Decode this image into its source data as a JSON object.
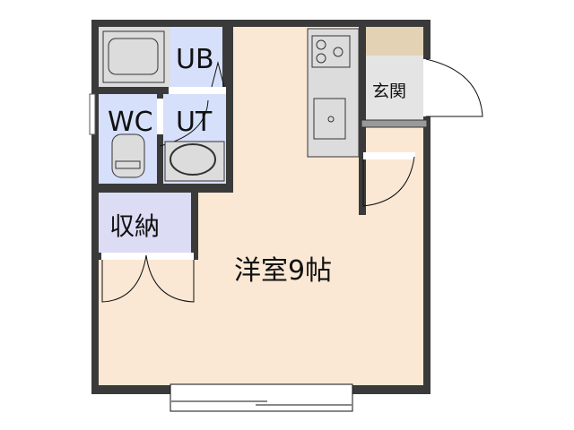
{
  "floorplan": {
    "rooms": {
      "unit_bath": "UB",
      "toilet": "WC",
      "utility": "UT",
      "storage": "収納",
      "entrance": "玄関",
      "main_room": "洋室9帖"
    },
    "colors": {
      "wall": "#3a3a3a",
      "main_floor": "#fae8d4",
      "wet_area": "#d6e0fa",
      "storage": "#dcdcf5",
      "entrance": "#e4e4e4",
      "shoe_box": "#e3d3b4",
      "fixture": "#dcdcdc"
    }
  }
}
